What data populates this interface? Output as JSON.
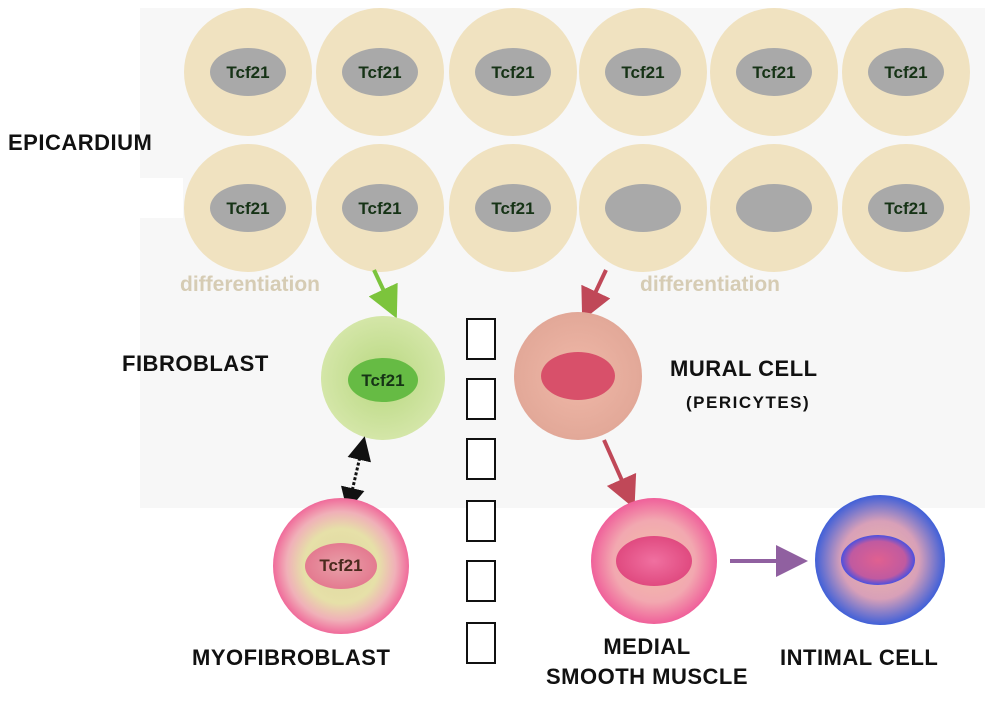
{
  "labels": {
    "epicardium": "EPICARDIUM",
    "fibroblast": "FIBROBLAST",
    "mural_cell": "MURAL CELL",
    "pericytes": "(PERICYTES)",
    "myofibroblast": "MYOFIBROBLAST",
    "medial_line1": "MEDIAL",
    "medial_line2": "SMOOTH MUSCLE",
    "intimal_cell": "INTIMAL CELL",
    "differentiation_left": "differentiation",
    "differentiation_right": "differentiation"
  },
  "epicardial_cells": {
    "row1": [
      "Tcf21",
      "Tcf21",
      "Tcf21",
      "Tcf21",
      "Tcf21",
      "Tcf21"
    ],
    "row2": [
      "Tcf21",
      "Tcf21",
      "Tcf21",
      "",
      "",
      "Tcf21"
    ]
  },
  "fibroblast_nucleus": "Tcf21",
  "myofibroblast_nucleus": "Tcf21",
  "colors": {
    "epicardial_cell": "#f0e2c0",
    "epicardial_nucleus": "#a9a9a9",
    "fibroblast_arrow": "#7cc43c",
    "mural_arrow": "#c04858",
    "lineage_arrow": "#9060a0",
    "mural_nucleus": "#d8506a",
    "fibroblast_nucleus": "#66bb44"
  },
  "legend_boxes": [
    "",
    "",
    "",
    "",
    "",
    ""
  ]
}
